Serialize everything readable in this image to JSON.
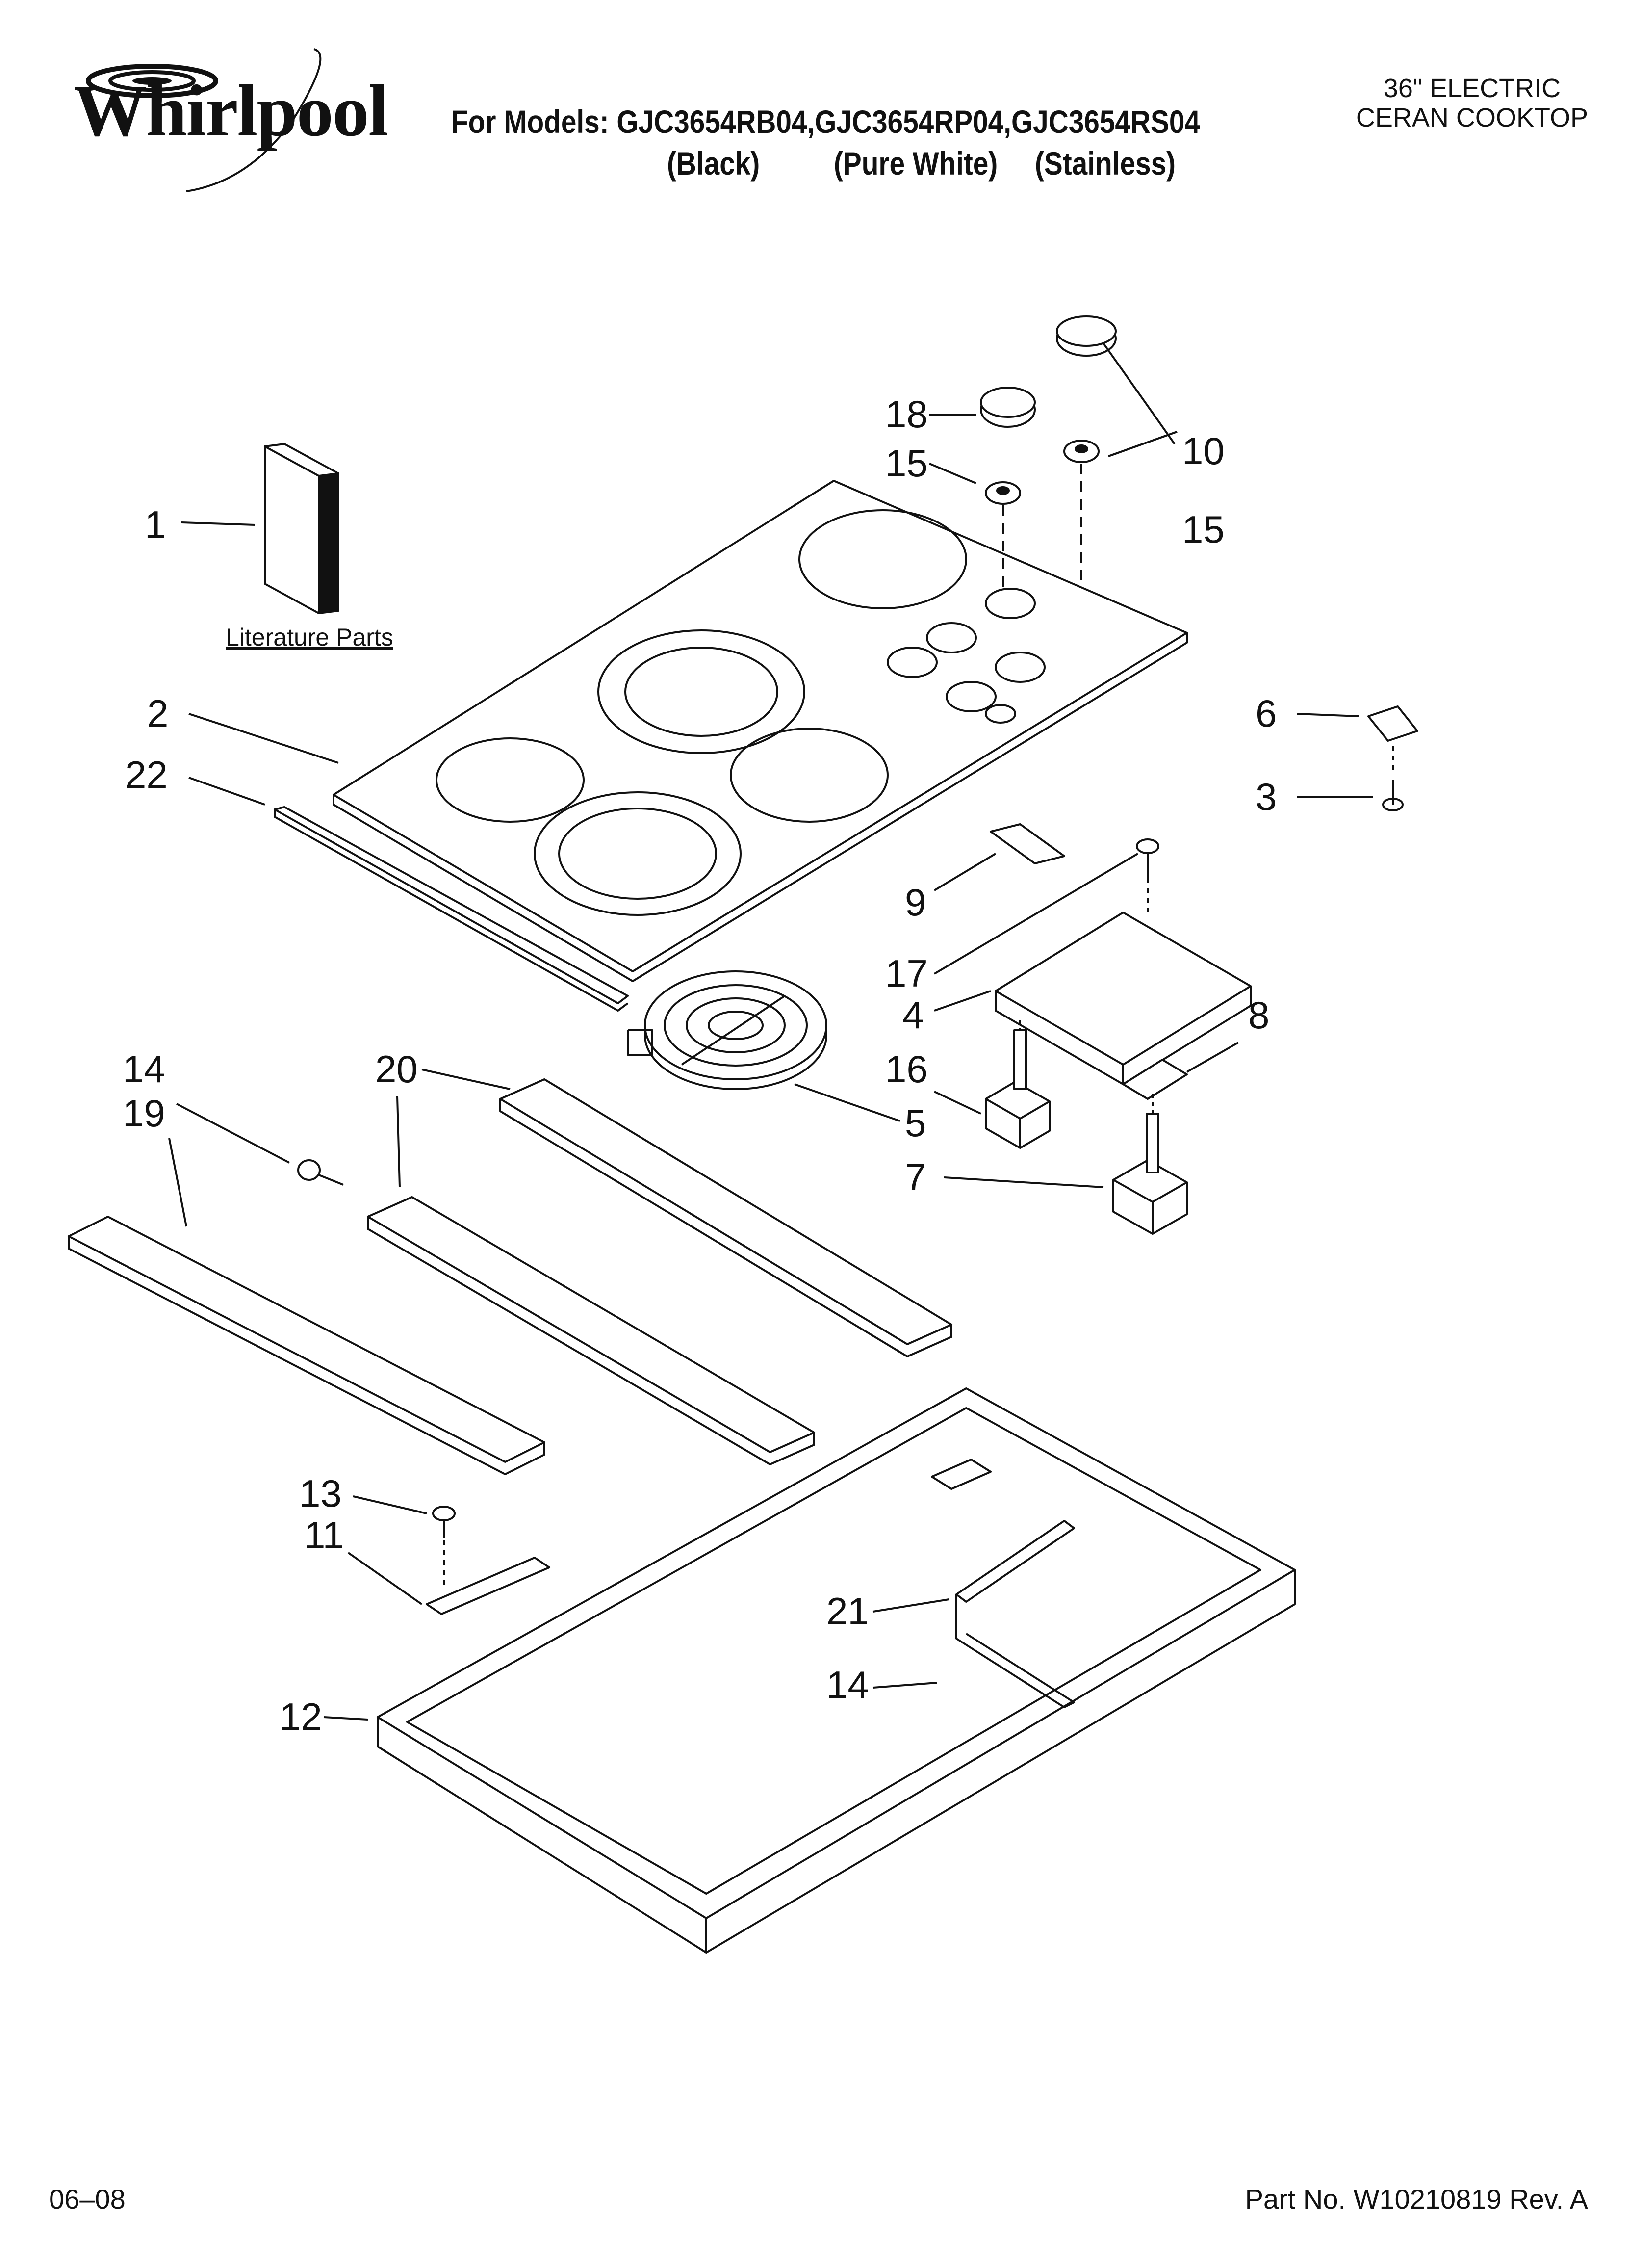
{
  "header": {
    "brand": "Whirlpool",
    "models_line": "For Models: GJC3654RB04,GJC3654RP04,GJC3654RS04",
    "colors": [
      "(Black)",
      "(Pure White)",
      "(Stainless)"
    ],
    "product_line1": "36\" ELECTRIC",
    "product_line2": "CERAN COOKTOP"
  },
  "diagram": {
    "literature_label": "Literature Parts",
    "callouts": [
      "1",
      "2",
      "22",
      "18",
      "15",
      "10",
      "15",
      "6",
      "3",
      "9",
      "17",
      "4",
      "8",
      "16",
      "5",
      "7",
      "14",
      "19",
      "20",
      "13",
      "11",
      "21",
      "14",
      "12"
    ]
  },
  "footer": {
    "date": "06–08",
    "part_number": "Part No. W10210819 Rev. A"
  }
}
